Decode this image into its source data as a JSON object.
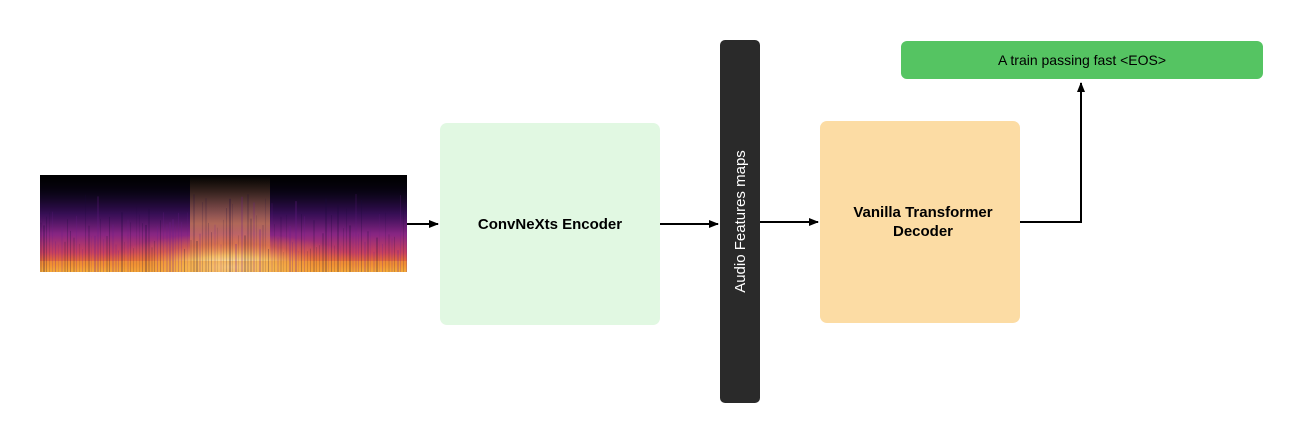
{
  "diagram": {
    "input": {
      "icon": "spectrogram-image"
    },
    "encoder": {
      "label": "ConvNeXts Encoder",
      "color": "#e1f8e2"
    },
    "features": {
      "label": "Audio Features maps",
      "color": "#2a2a2a"
    },
    "decoder": {
      "label": "Vanilla Transformer Decoder",
      "color": "#fcdca4"
    },
    "output": {
      "label": "A train passing fast <EOS>",
      "color": "#55c462"
    },
    "connectors": [
      {
        "from": "input",
        "to": "encoder"
      },
      {
        "from": "encoder",
        "to": "features"
      },
      {
        "from": "features",
        "to": "decoder"
      },
      {
        "from": "decoder",
        "to": "output"
      }
    ]
  }
}
